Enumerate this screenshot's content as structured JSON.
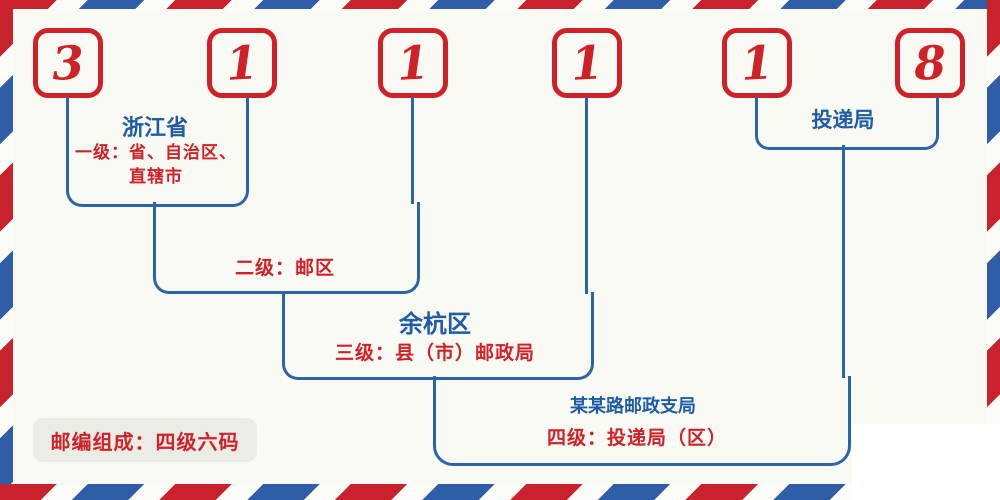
{
  "diagram": {
    "code_digits": [
      "3",
      "1",
      "1",
      "1",
      "1",
      "8"
    ],
    "levels": {
      "level1": {
        "place": "浙江省",
        "label": "一级：省、自治区、直辖市"
      },
      "level2": {
        "label": "二级：邮区"
      },
      "level3": {
        "place": "余杭区",
        "label": "三级：县（市）邮政局"
      },
      "level4": {
        "place": "某某路邮政支局",
        "label": "四级：投递局（区）"
      },
      "delivery": {
        "place": "投递局"
      }
    },
    "footer_badge": "邮编组成：四级六码",
    "colors": {
      "digit_red": "#cf2127",
      "label_red": "#d02129",
      "line_blue": "#2b64a8",
      "text_blue": "#1e5ca6",
      "stripe_red": "#c8232d",
      "stripe_blue": "#2f5da8",
      "background": "#fafaf4"
    }
  }
}
